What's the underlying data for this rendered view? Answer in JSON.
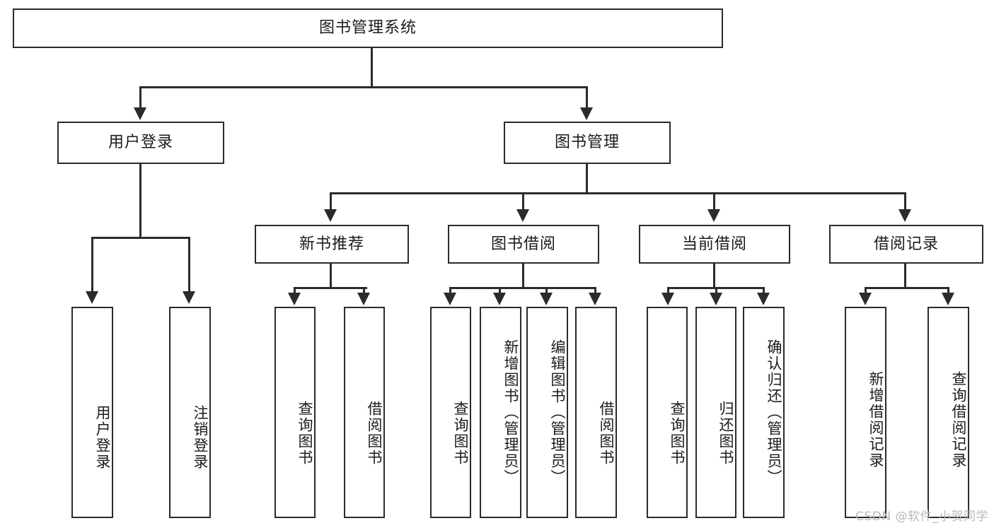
{
  "diagram": {
    "type": "tree-hierarchy",
    "root": {
      "label": "图书管理系统"
    },
    "level2": [
      {
        "label": "用户登录"
      },
      {
        "label": "图书管理"
      }
    ],
    "level3": [
      {
        "label": "新书推荐"
      },
      {
        "label": "图书借阅"
      },
      {
        "label": "当前借阅"
      },
      {
        "label": "借阅记录"
      }
    ],
    "leaves": {
      "user_login": [
        {
          "label": "用户登录"
        },
        {
          "label": "注销登录"
        }
      ],
      "new_book_recommend": [
        {
          "label": "查询图书"
        },
        {
          "label": "借阅图书"
        }
      ],
      "book_borrow": [
        {
          "label": "查询图书"
        },
        {
          "label": "新增图书（管理员）"
        },
        {
          "label": "编辑图书（管理员）"
        },
        {
          "label": "借阅图书"
        }
      ],
      "current_borrow": [
        {
          "label": "查询图书"
        },
        {
          "label": "归还图书"
        },
        {
          "label": "确认归还（管理员）"
        }
      ],
      "borrow_record": [
        {
          "label": "新增借阅记录"
        },
        {
          "label": "查询借阅记录"
        }
      ]
    }
  },
  "watermark": {
    "text": "CSDN @软件_小贺同学"
  },
  "colors": {
    "stroke": "#2b2b2b",
    "background": "#ffffff",
    "text": "#1b1b1b",
    "watermark": "#b9b9b9"
  }
}
